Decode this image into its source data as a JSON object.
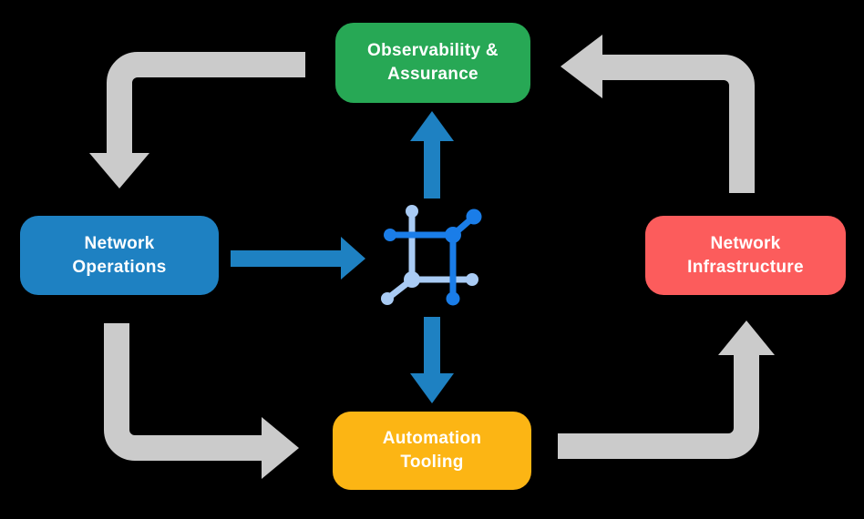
{
  "diagram": {
    "description": "Network automation closed-loop cycle diagram",
    "nodes": [
      {
        "id": "observability-assurance",
        "lines": [
          "Observability &",
          "Assurance"
        ],
        "color": "#27A855"
      },
      {
        "id": "network-operations",
        "lines": [
          "Network",
          "Operations"
        ],
        "color": "#1E81C2"
      },
      {
        "id": "network-infrastructure",
        "lines": [
          "Network",
          "Infrastructure"
        ],
        "color": "#FC5C5C"
      },
      {
        "id": "automation-tooling",
        "lines": [
          "Automation",
          "Tooling"
        ],
        "color": "#FCB514"
      }
    ],
    "center_icon": "network-fabric-icon"
  },
  "colors": {
    "background": "#000000",
    "arrow_gray": "#CBCBCB",
    "flow_blue": "#1E81C2",
    "icon_blue_dark": "#1A7DE8",
    "icon_blue_light": "#A9CBF4",
    "text_white": "#FFFFFF"
  }
}
